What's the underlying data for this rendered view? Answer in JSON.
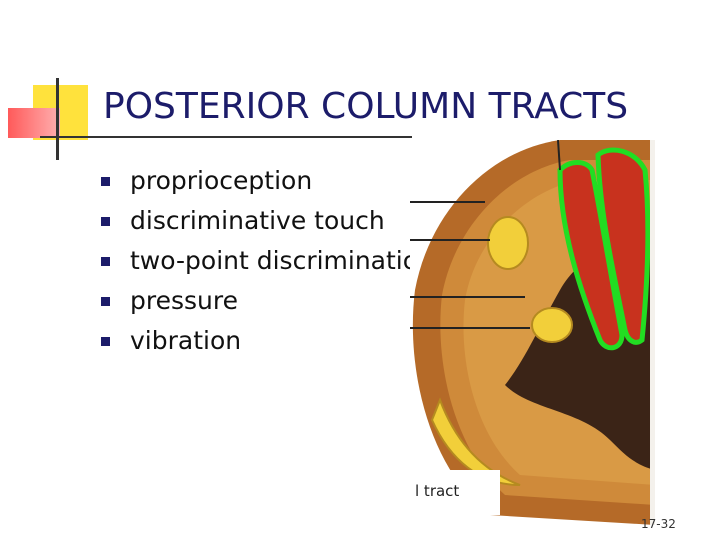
{
  "slide": {
    "title": "POSTERIOR COLUMN TRACTS",
    "bullets": [
      "proprioception",
      "discriminative touch",
      "two-point discrimination",
      "pressure",
      "vibration"
    ],
    "figure_label": "l tract",
    "page_number": "17-32"
  },
  "colors": {
    "title": "#1c1c6a",
    "bullet": "#1c1c6a",
    "highlight": "#22dd22",
    "tract_red": "#c8321e",
    "yellow": "#f2cf3a",
    "tan": "#d9973d",
    "gray_matter": "#3b2417",
    "outer_ring": "#b56a28"
  }
}
